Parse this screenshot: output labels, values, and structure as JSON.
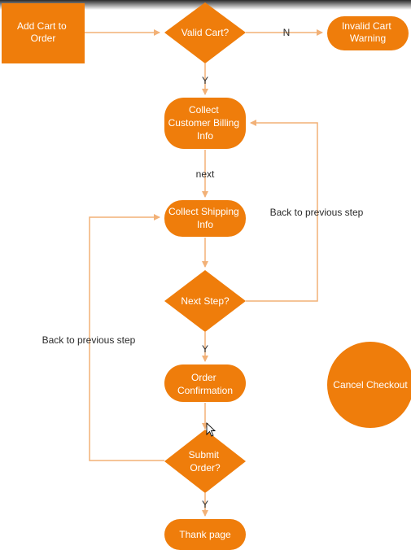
{
  "colors": {
    "node_fill": "#ef7d0b",
    "edge": "#f2b177",
    "label_text": "#2b2b2b",
    "node_text": "#ffffff"
  },
  "nodes": {
    "add_cart": [
      "Add Cart to",
      "Order"
    ],
    "valid_cart": [
      "Valid Cart?"
    ],
    "invalid_cart": [
      "Invalid Cart",
      "Warning"
    ],
    "collect_billing": [
      "Collect",
      "Customer Billing",
      "Info"
    ],
    "collect_shipping": [
      "Collect Shipping",
      "Info"
    ],
    "next_step": [
      "Next Step?"
    ],
    "order_confirmation": [
      "Order",
      "Confirmation"
    ],
    "submit_order": [
      "Submit",
      "Order?"
    ],
    "thank_page": [
      "Thank page"
    ],
    "cancel_checkout": [
      "Cancel Checkout"
    ]
  },
  "edge_labels": {
    "valid_no": "N",
    "valid_yes": "Y",
    "billing_next": "next",
    "back_to_billing": "Back to previous step",
    "next_step_yes": "Y",
    "back_to_shipping": "Back to previous step",
    "submit_yes": "Y"
  }
}
